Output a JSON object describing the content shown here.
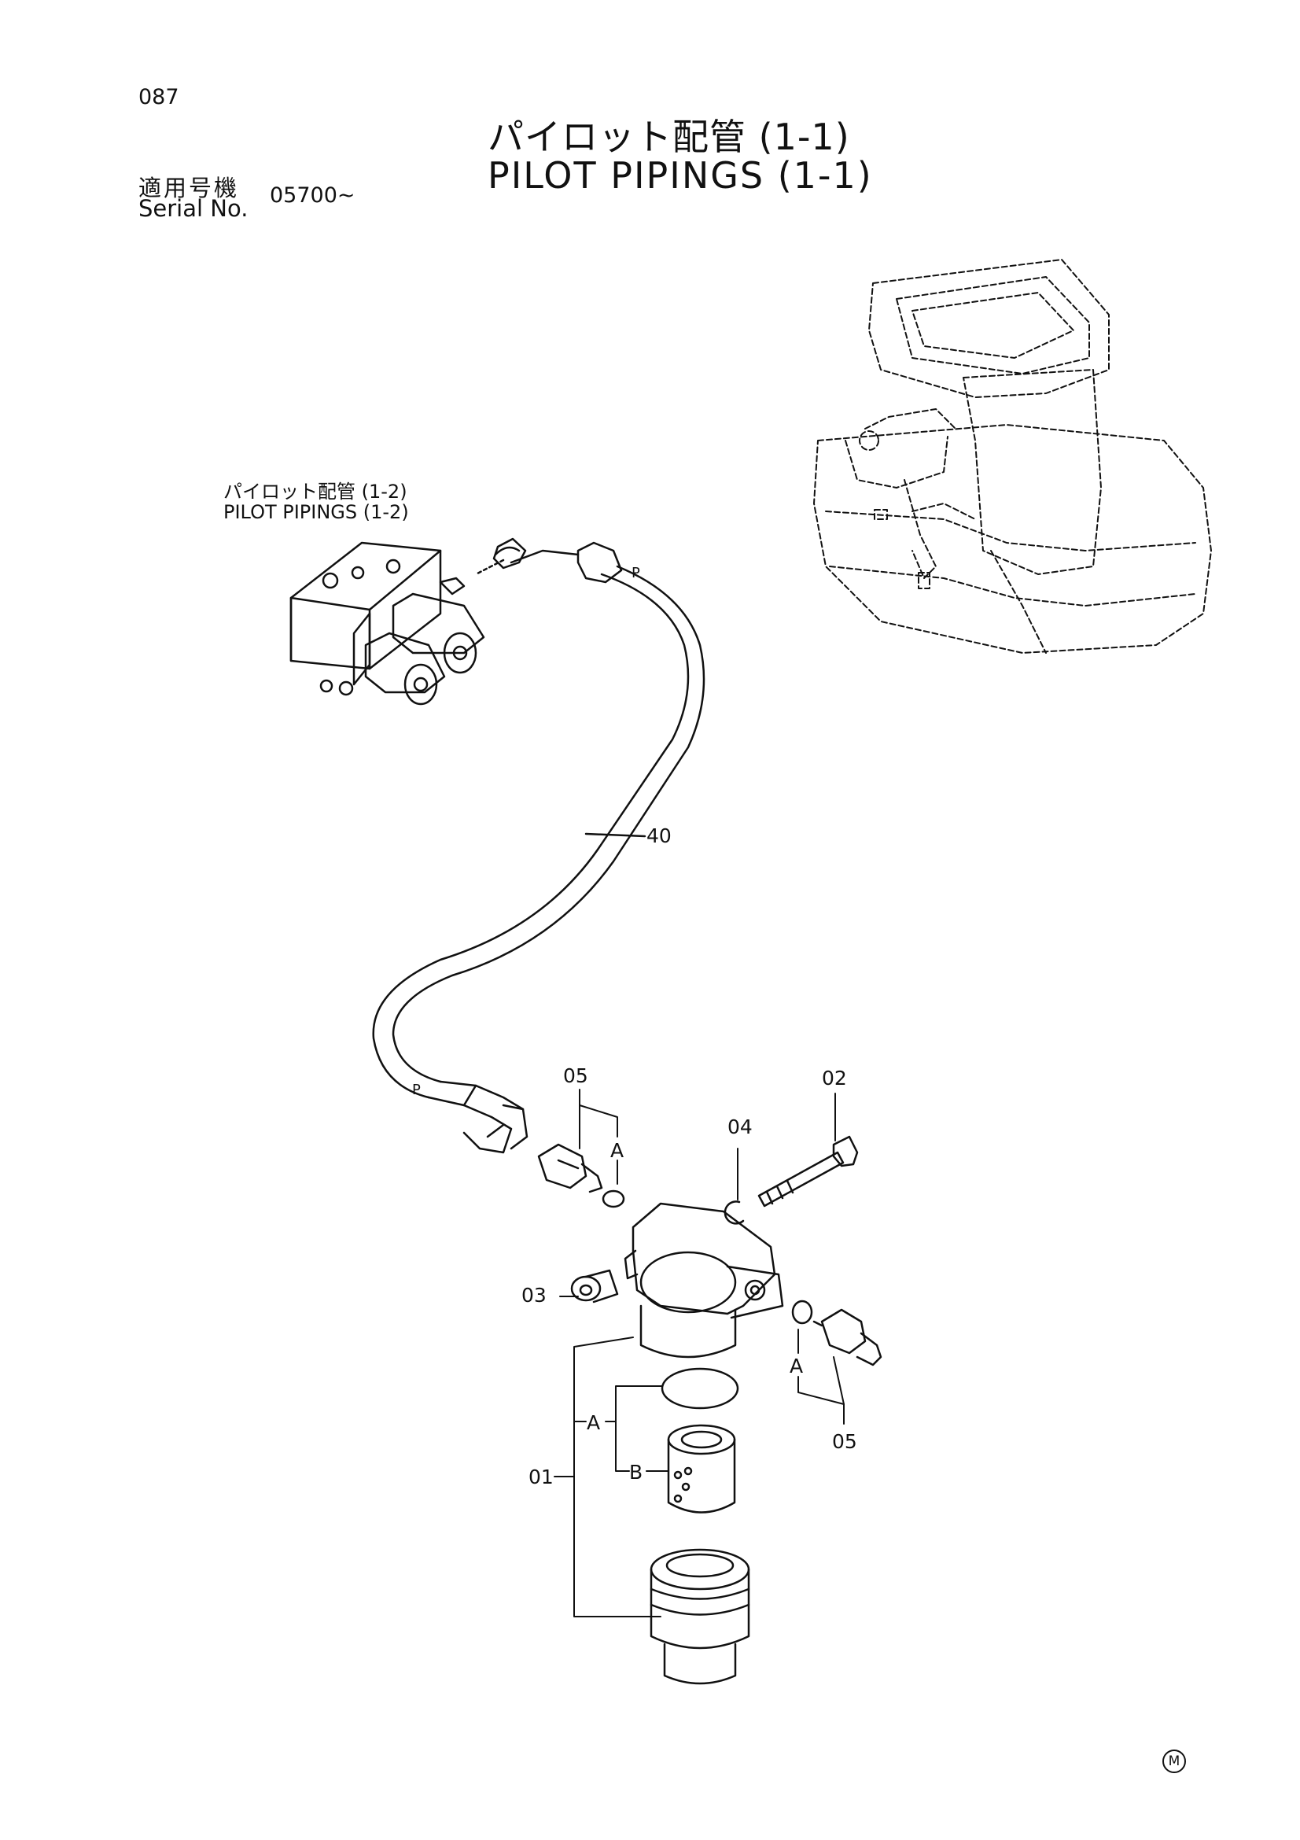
{
  "header": {
    "page_no": "087",
    "title_jp": "パイロット配管 (1-1)",
    "title_en": "PILOT PIPINGS (1-1)",
    "serial_label_jp": "適用号機",
    "serial_label_en": "Serial No.",
    "serial_value": "05700~"
  },
  "reference": {
    "title_jp": "パイロット配管 (1-2)",
    "title_en": "PILOT PIPINGS (1-2)"
  },
  "callouts": {
    "part_40": "40",
    "part_05_top": "05",
    "part_02": "02",
    "part_04": "04",
    "part_03": "03",
    "part_05_bottom": "05",
    "part_01": "01",
    "group_a_top": "A",
    "group_a_right": "A",
    "group_a_filter": "A",
    "group_b_filter": "B",
    "port_p_top": "P",
    "port_p_bottom": "P"
  },
  "footer": {
    "mark": "M"
  }
}
